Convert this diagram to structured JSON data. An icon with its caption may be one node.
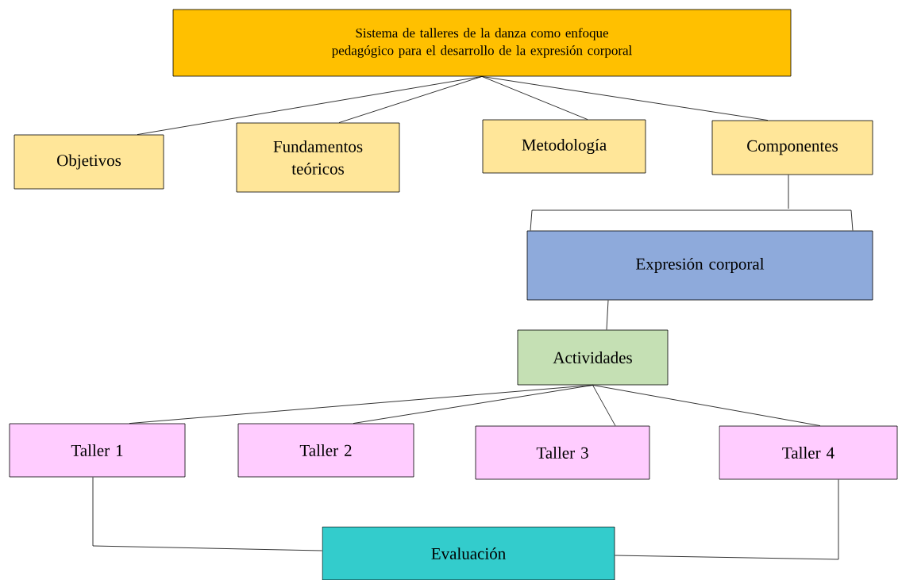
{
  "diagram": {
    "nodes": [
      {
        "text": [
          "Sistema de talleres de la danza como enfoque pedagógico para el desarrollo de la expresión corporal"
        ]
      },
      {
        "text": [
          "Objetivos"
        ]
      },
      {
        "text": [
          "Fundamentos teóricos"
        ]
      },
      {
        "text": [
          "Metodología"
        ]
      },
      {
        "text": [
          "Componentes"
        ]
      },
      {
        "text": [
          "Expresión corporal"
        ]
      },
      {
        "text": [
          "Actividades"
        ]
      },
      {
        "text": [
          "Taller 1"
        ]
      },
      {
        "text": [
          "Taller 2"
        ]
      },
      {
        "text": [
          "Taller 3"
        ]
      },
      {
        "text": [
          "Taller 4"
        ]
      },
      {
        "text": [
          "Evaluación"
        ]
      }
    ],
    "edges": [
      {
        "from": 0,
        "to": 1,
        "arrow": "none"
      },
      {
        "from": 0,
        "to": 2,
        "arrow": "none"
      },
      {
        "from": 0,
        "to": 3,
        "arrow": "none"
      },
      {
        "from": 0,
        "to": 4,
        "arrow": "none"
      },
      {
        "from": 4,
        "to": 5,
        "arrow": "none"
      },
      {
        "from": 5,
        "to": 6,
        "arrow": "none"
      },
      {
        "from": 6,
        "to": 7,
        "arrow": "none"
      },
      {
        "from": 6,
        "to": 8,
        "arrow": "none"
      },
      {
        "from": 6,
        "to": 9,
        "arrow": "none"
      },
      {
        "from": 6,
        "to": 10,
        "arrow": "none"
      },
      {
        "from": 7,
        "to": 11,
        "arrow": "none"
      },
      {
        "from": 10,
        "to": 11,
        "arrow": "none"
      }
    ]
  }
}
